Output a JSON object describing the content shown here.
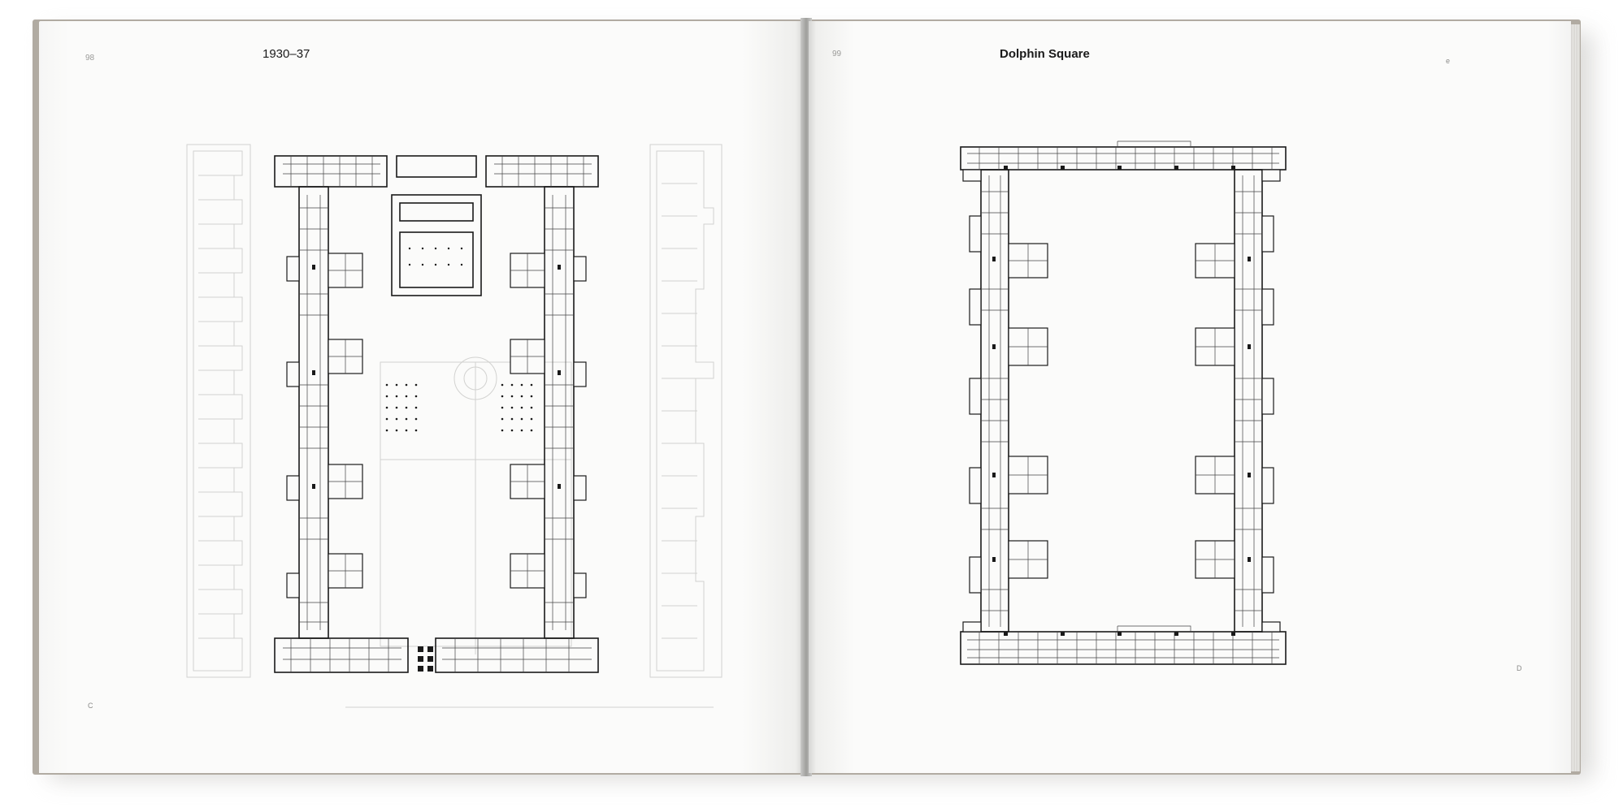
{
  "spread": {
    "left_page": {
      "folio": "98",
      "title": "1930–37",
      "corner_mark": "C"
    },
    "right_page": {
      "folio": "99",
      "title": "Dolphin Square",
      "top_mark": "e",
      "corner_mark": "D"
    }
  },
  "colors": {
    "page": "#fbfbfa",
    "cover": "#b1aba2",
    "ink": "#1a1a1a",
    "faint_ink": "#cfcfcd"
  }
}
